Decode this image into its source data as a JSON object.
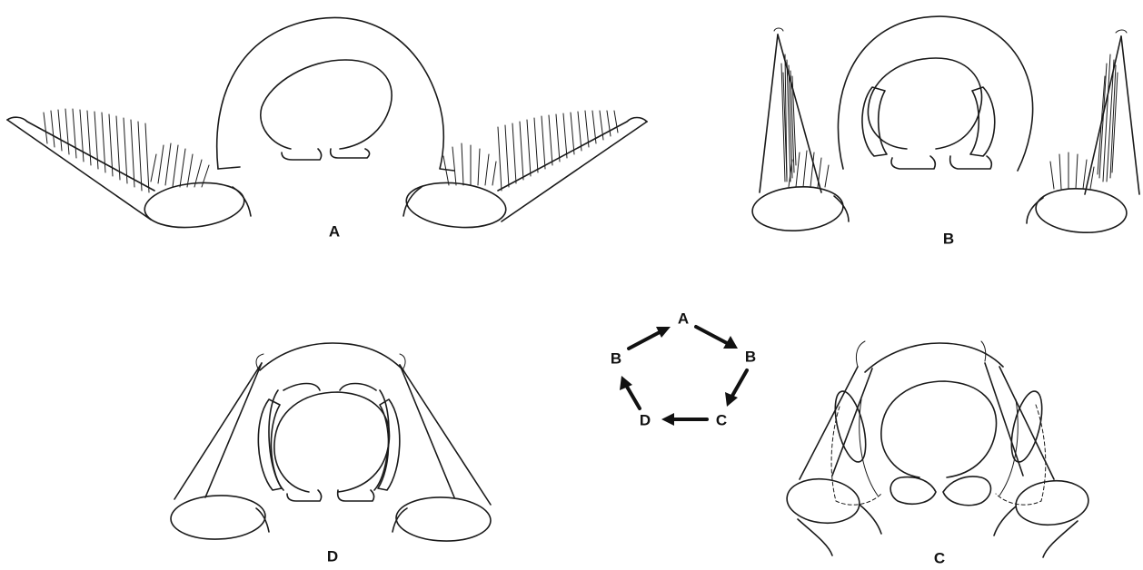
{
  "figure": {
    "panels": [
      {
        "id": "A",
        "label": "A"
      },
      {
        "id": "B",
        "label": "B"
      },
      {
        "id": "C",
        "label": "C"
      },
      {
        "id": "D",
        "label": "D"
      }
    ],
    "cycle": {
      "nodes": [
        "A",
        "B",
        "C",
        "D",
        "B"
      ],
      "direction": "clockwise"
    }
  }
}
